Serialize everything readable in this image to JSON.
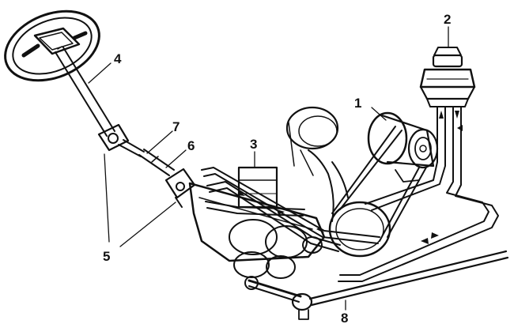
{
  "diagram": {
    "labels": {
      "pump": "1",
      "reservoir": "2",
      "steering_gear": "3",
      "steering_shaft": "4",
      "universal_joints": "5",
      "intermediate_shaft": "6",
      "shaft_coupling": "7",
      "tie_rod": "8"
    },
    "colors": {
      "line": "#111111",
      "background": "#ffffff"
    }
  }
}
